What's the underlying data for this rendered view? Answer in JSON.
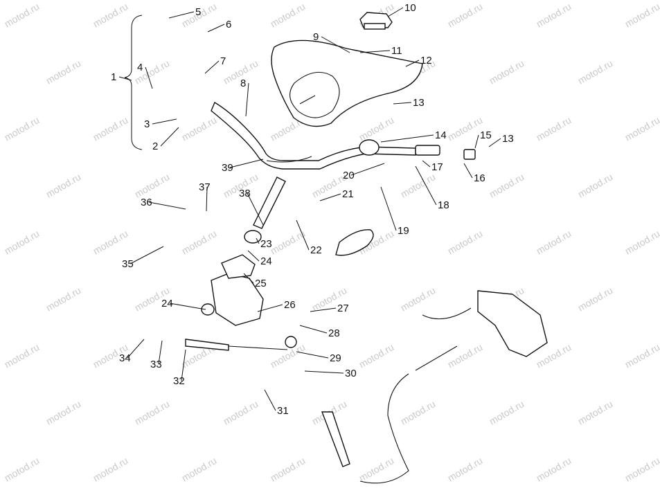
{
  "watermark": "motod.ru",
  "callouts": [
    "1",
    "2",
    "3",
    "4",
    "5",
    "6",
    "7",
    "8",
    "9",
    "10",
    "11",
    "12",
    "13",
    "13",
    "14",
    "15",
    "16",
    "17",
    "18",
    "19",
    "20",
    "21",
    "22",
    "23",
    "24",
    "24",
    "25",
    "26",
    "27",
    "28",
    "29",
    "30",
    "31",
    "32",
    "33",
    "34",
    "35",
    "36",
    "37",
    "38",
    "39"
  ]
}
